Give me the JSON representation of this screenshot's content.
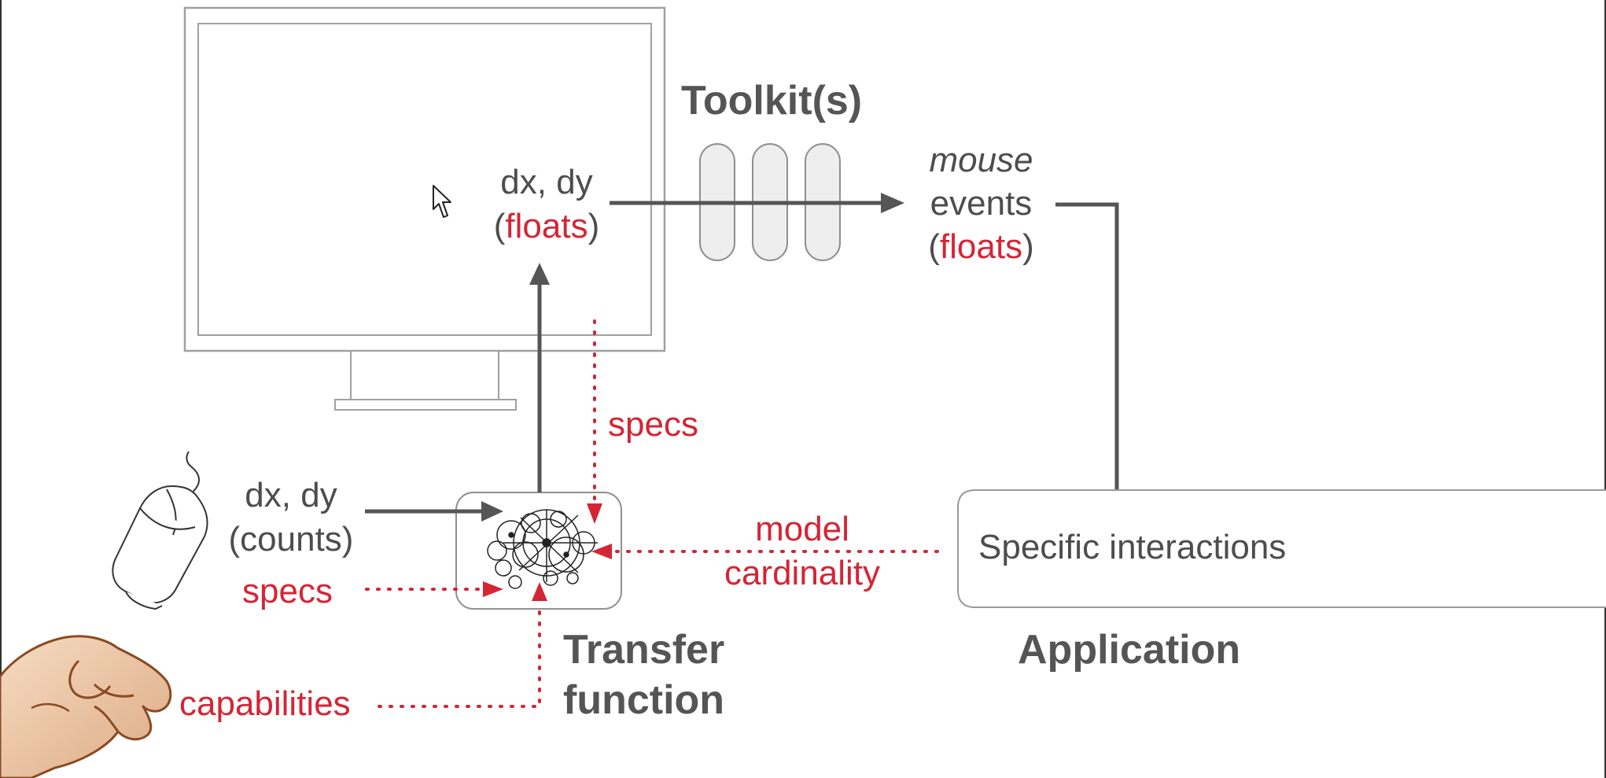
{
  "colors": {
    "text": "#4d4d4d",
    "heading": "#555555",
    "accent_red": "#d42535",
    "arrow": "#555555",
    "outline": "#9a9a9a"
  },
  "icons": [
    "cursor-icon",
    "mouse-icon",
    "hand-icon",
    "gears-icon"
  ],
  "toolkit": {
    "title": "Toolkit(s)"
  },
  "screen": {
    "coords": "dx, dy",
    "floats": "floats",
    "paren_open": "(",
    "paren_close": ")"
  },
  "events": {
    "mouse": "mouse",
    "events": "events",
    "floats": "floats",
    "paren_open": "(",
    "paren_close": ")"
  },
  "mouse_input": {
    "coords": "dx, dy",
    "counts": "(counts)"
  },
  "labels": {
    "specs_top": "specs",
    "specs_left": "specs",
    "model": "model",
    "cardinality": "cardinality",
    "capabilities": "capabilities"
  },
  "transfer": {
    "line1": "Transfer",
    "line2": "function"
  },
  "application": {
    "box_label": "Specific interactions",
    "title": "Application"
  }
}
